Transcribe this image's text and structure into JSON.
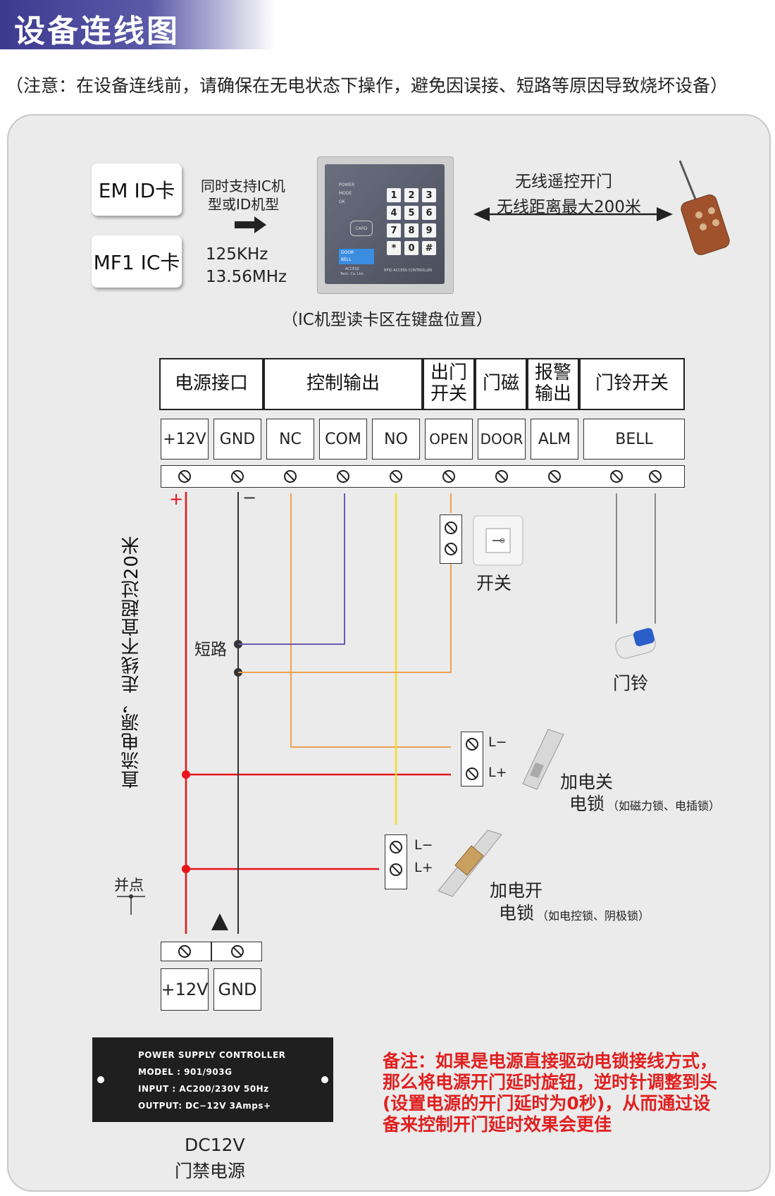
{
  "header": {
    "title": "设备连线图"
  },
  "notice": "（注意：在设备连线前，请确保在无电状态下操作，避免因误接、短路等原因导致烧坏设备）",
  "cards": {
    "em_id": "EM ID卡",
    "mf1_ic": "MF1 IC卡"
  },
  "support": {
    "line1": "同时支持IC机",
    "line2": "型或ID机型",
    "freq1": "125KHz",
    "freq2": "13.56MHz"
  },
  "keypad": {
    "caption": "（IC机型读卡区在键盘位置）",
    "leds": [
      "POWER",
      "MODE",
      "OK"
    ],
    "keys": [
      "1",
      "2",
      "3",
      "4",
      "5",
      "6",
      "7",
      "8",
      "9",
      "*",
      "0",
      "#"
    ],
    "card_label": "CARD",
    "door_bell": [
      "DOOR",
      "BELL"
    ],
    "brand": [
      "ACCESS",
      "Tech. Co. Ltd."
    ],
    "model": "RFID ACCESS CONTROLLER"
  },
  "remote": {
    "line1": "无线遥控开门",
    "line2": "无线距离最大200米"
  },
  "header_cells": [
    "电源接口",
    "控制输出",
    "出门\n开关",
    "门磁",
    "报警\n输出",
    "门铃开关"
  ],
  "terminals": [
    "+12V",
    "GND",
    "NC",
    "COM",
    "NO",
    "OPEN",
    "DOOR",
    "ALM",
    "BELL"
  ],
  "polarity": {
    "plus": "+",
    "minus": "−"
  },
  "vertical_note": "直流电源，走线不宜超过20米",
  "labels": {
    "short": "短路",
    "switch": "开关",
    "bell": "门铃",
    "junction": "并点",
    "lock1_line1": "加电关",
    "lock1_line2": "电锁",
    "lock1_note": "（如磁力锁、电插锁）",
    "lock2_line1": "加电开",
    "lock2_line2": "电锁",
    "lock2_note": "（如电控锁、阴极锁）",
    "l_minus": "L−",
    "l_plus": "L+"
  },
  "psu_terminals": [
    "+12V",
    "GND"
  ],
  "psu_plate": {
    "line1": "POWER SUPPLY CONTROLLER",
    "line2": "MODEL : 901/903G",
    "line3": "INPUT   : AC200/230V   50Hz",
    "line4": "OUTPUT: DC−12V  3Amps+"
  },
  "psu_caption": {
    "line1": "DC12V",
    "line2": "门禁电源"
  },
  "remark": "备注：如果是电源直接驱动电锁接线方式，那么将电源开门延时旋钮，逆时针调整到头(设置电源的开门延时为0秒)，从而通过设备来控制开门延时效果会更佳",
  "colors": {
    "title_bar": "#3c3a8f",
    "wire_red": "#e8141b",
    "wire_black": "#333333",
    "wire_orange": "#f0a050",
    "wire_purple": "#6a5aad",
    "wire_yellow": "#f2e020",
    "remark_red": "#e02020",
    "panel_bg": "#ebebeb"
  }
}
